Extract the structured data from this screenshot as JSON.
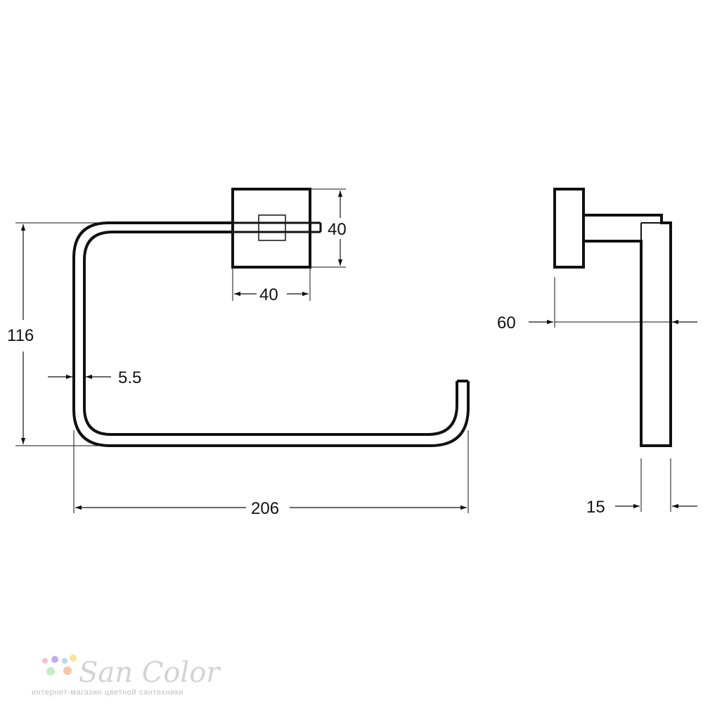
{
  "dimensions": {
    "mount_height": "40",
    "mount_width": "40",
    "ring_height": "116",
    "bar_thickness": "5.5",
    "ring_width": "206",
    "projection": "60",
    "ring_depth": "15"
  },
  "watermark": {
    "brand": "San Color",
    "tagline": "интернет-магазин цветной сантехники",
    "dot_colors": [
      "#f7b6c8",
      "#b9a6f2",
      "#a9d8f5",
      "#f9e08a",
      "#bfeac0",
      "#f5c2a0"
    ]
  },
  "colors": {
    "line": "#111111",
    "background": "#ffffff"
  }
}
